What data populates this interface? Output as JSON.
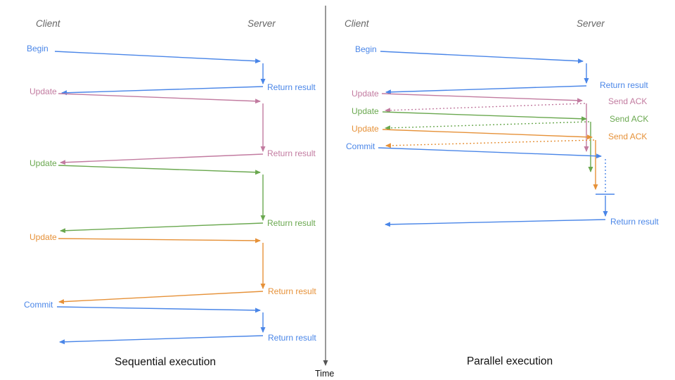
{
  "colors": {
    "blue": "#4a86e8",
    "pink": "#c27ba0",
    "green": "#6aa84f",
    "orange": "#e69138",
    "axis": "#555555",
    "header": "#666666",
    "caption": "#111111"
  },
  "time_label": "Time",
  "left": {
    "caption": "Sequential execution",
    "client": "Client",
    "server": "Server",
    "messages": [
      {
        "label": "Begin",
        "response": "Return result",
        "color": "blue"
      },
      {
        "label": "Update",
        "response": "Return result",
        "color": "pink"
      },
      {
        "label": "Update",
        "response": "Return result",
        "color": "green"
      },
      {
        "label": "Update",
        "response": "Return result",
        "color": "orange"
      },
      {
        "label": "Commit",
        "response": "Return result",
        "color": "blue"
      }
    ]
  },
  "right": {
    "caption": "Parallel execution",
    "client": "Client",
    "server": "Server",
    "messages": [
      {
        "label": "Begin",
        "response": "Return result",
        "color": "blue"
      },
      {
        "label": "Update",
        "response": "Send ACK",
        "color": "pink"
      },
      {
        "label": "Update",
        "response": "Send ACK",
        "color": "green"
      },
      {
        "label": "Update",
        "response": "Send ACK",
        "color": "orange"
      },
      {
        "label": "Commit",
        "response": "Return result",
        "color": "blue"
      }
    ]
  }
}
